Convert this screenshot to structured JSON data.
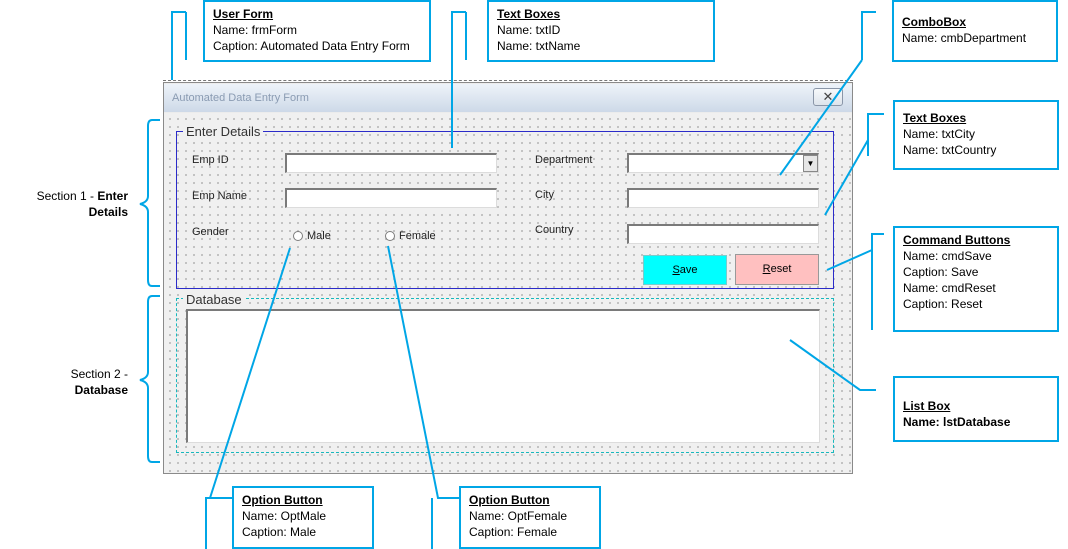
{
  "colors": {
    "callout_border": "#00a6e6",
    "save_button": "#00ffff",
    "reset_button": "#ffc0c0",
    "frame1_border": "#2b2bc9",
    "frame2_border": "#18b8bd"
  },
  "section_labels": {
    "s1_prefix": "Section 1 - ",
    "s1_bold1": "Enter",
    "s1_bold2": "Details",
    "s2_prefix": "Section 2 -",
    "s2_bold": "Database"
  },
  "callouts": {
    "user_form": {
      "title": "User Form",
      "lines": [
        "Name: frmForm",
        "Caption: Automated Data Entry Form"
      ]
    },
    "text_boxes_1": {
      "title": "Text Boxes",
      "lines": [
        "Name: txtID",
        "Name: txtName"
      ]
    },
    "combobox": {
      "title": "ComboBox",
      "lines": [
        "Name: cmbDepartment"
      ]
    },
    "text_boxes_2": {
      "title": "Text Boxes",
      "lines": [
        "Name: txtCity",
        "Name: txtCountry"
      ]
    },
    "command_buttons": {
      "title": "Command Buttons",
      "lines": [
        "Name: cmdSave",
        "Caption: Save",
        "Name: cmdReset",
        "Caption: Reset"
      ]
    },
    "list_box": {
      "title": "List Box",
      "lines": [
        "Name: lstDatabase"
      ]
    },
    "option_male": {
      "title": "Option Button",
      "lines": [
        "Name: OptMale",
        "Caption: Male"
      ]
    },
    "option_female": {
      "title": "Option Button",
      "lines": [
        "Name: OptFemale",
        "Caption: Female"
      ]
    }
  },
  "form": {
    "title": "Automated Data Entry Form",
    "close_glyph": "✕",
    "frame1_caption": "Enter Details",
    "frame2_caption": "Database",
    "labels": {
      "emp_id": "Emp ID",
      "emp_name": "Emp Name",
      "gender": "Gender",
      "department": "Department",
      "city": "City",
      "country": "Country"
    },
    "options": {
      "male": "Male",
      "female": "Female"
    },
    "buttons": {
      "save_first": "S",
      "save_rest": "ave",
      "reset_first": "R",
      "reset_rest": "eset"
    },
    "combo_arrow": "▼"
  }
}
